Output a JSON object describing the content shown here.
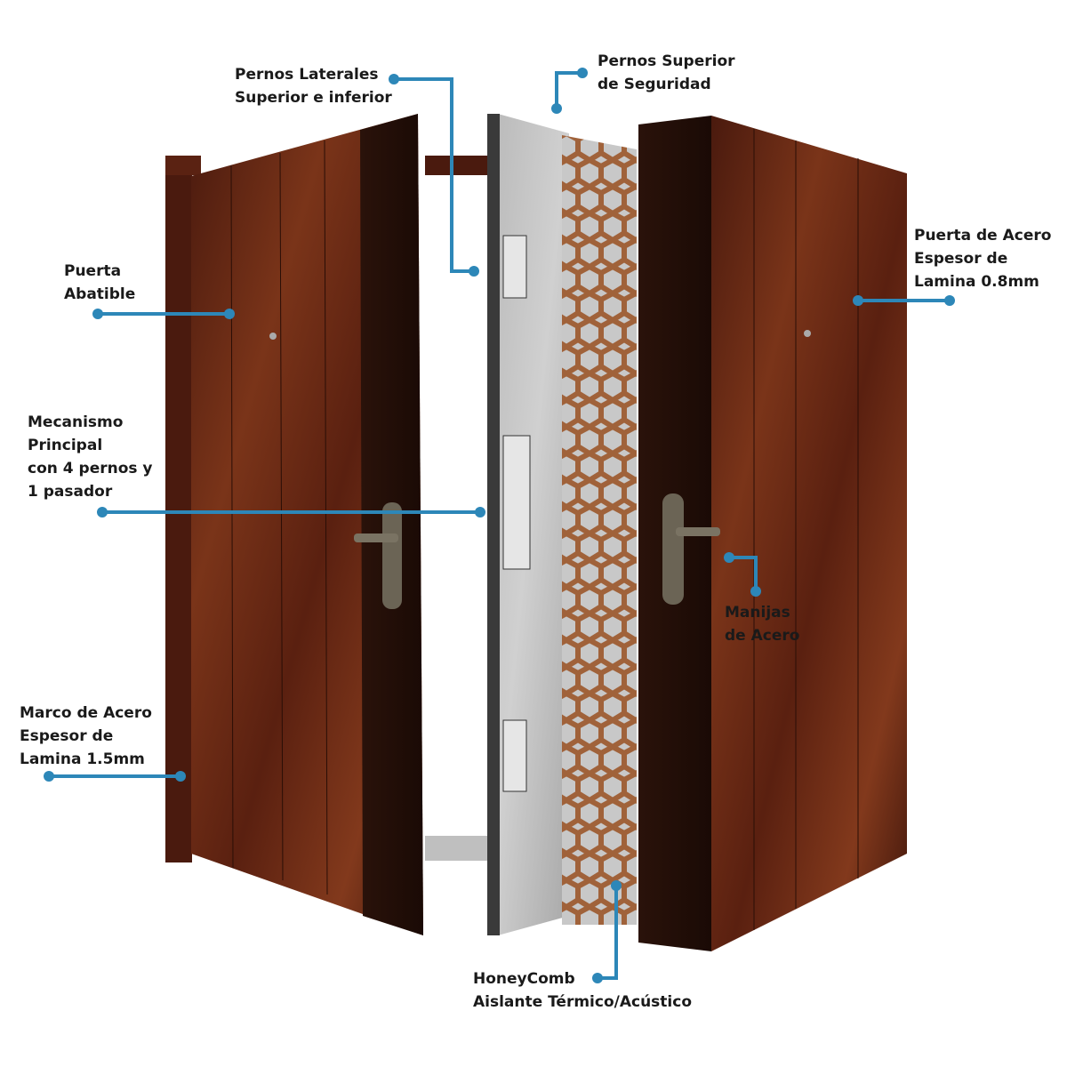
{
  "accent_color": "#2d87b8",
  "callouts": {
    "pernos_laterales": {
      "lines": [
        "Pernos Laterales",
        "Superior e inferior"
      ]
    },
    "pernos_superior": {
      "lines": [
        "Pernos Superior",
        "de Seguridad"
      ]
    },
    "puerta_abatible": {
      "lines": [
        "Puerta",
        "Abatible"
      ]
    },
    "puerta_acero": {
      "lines": [
        "Puerta de Acero",
        "Espesor de",
        "Lamina 0.8mm"
      ]
    },
    "mecanismo": {
      "lines": [
        "Mecanismo",
        "Principal",
        "con 4 pernos y",
        "1 pasador"
      ]
    },
    "manijas": {
      "lines": [
        "Manijas",
        "de Acero"
      ]
    },
    "marco": {
      "lines": [
        "Marco de Acero",
        "Espesor de",
        "Lamina 1.5mm"
      ]
    },
    "honeycomb": {
      "lines": [
        "HoneyComb",
        "Aislante Térmico/Acústico"
      ]
    }
  }
}
